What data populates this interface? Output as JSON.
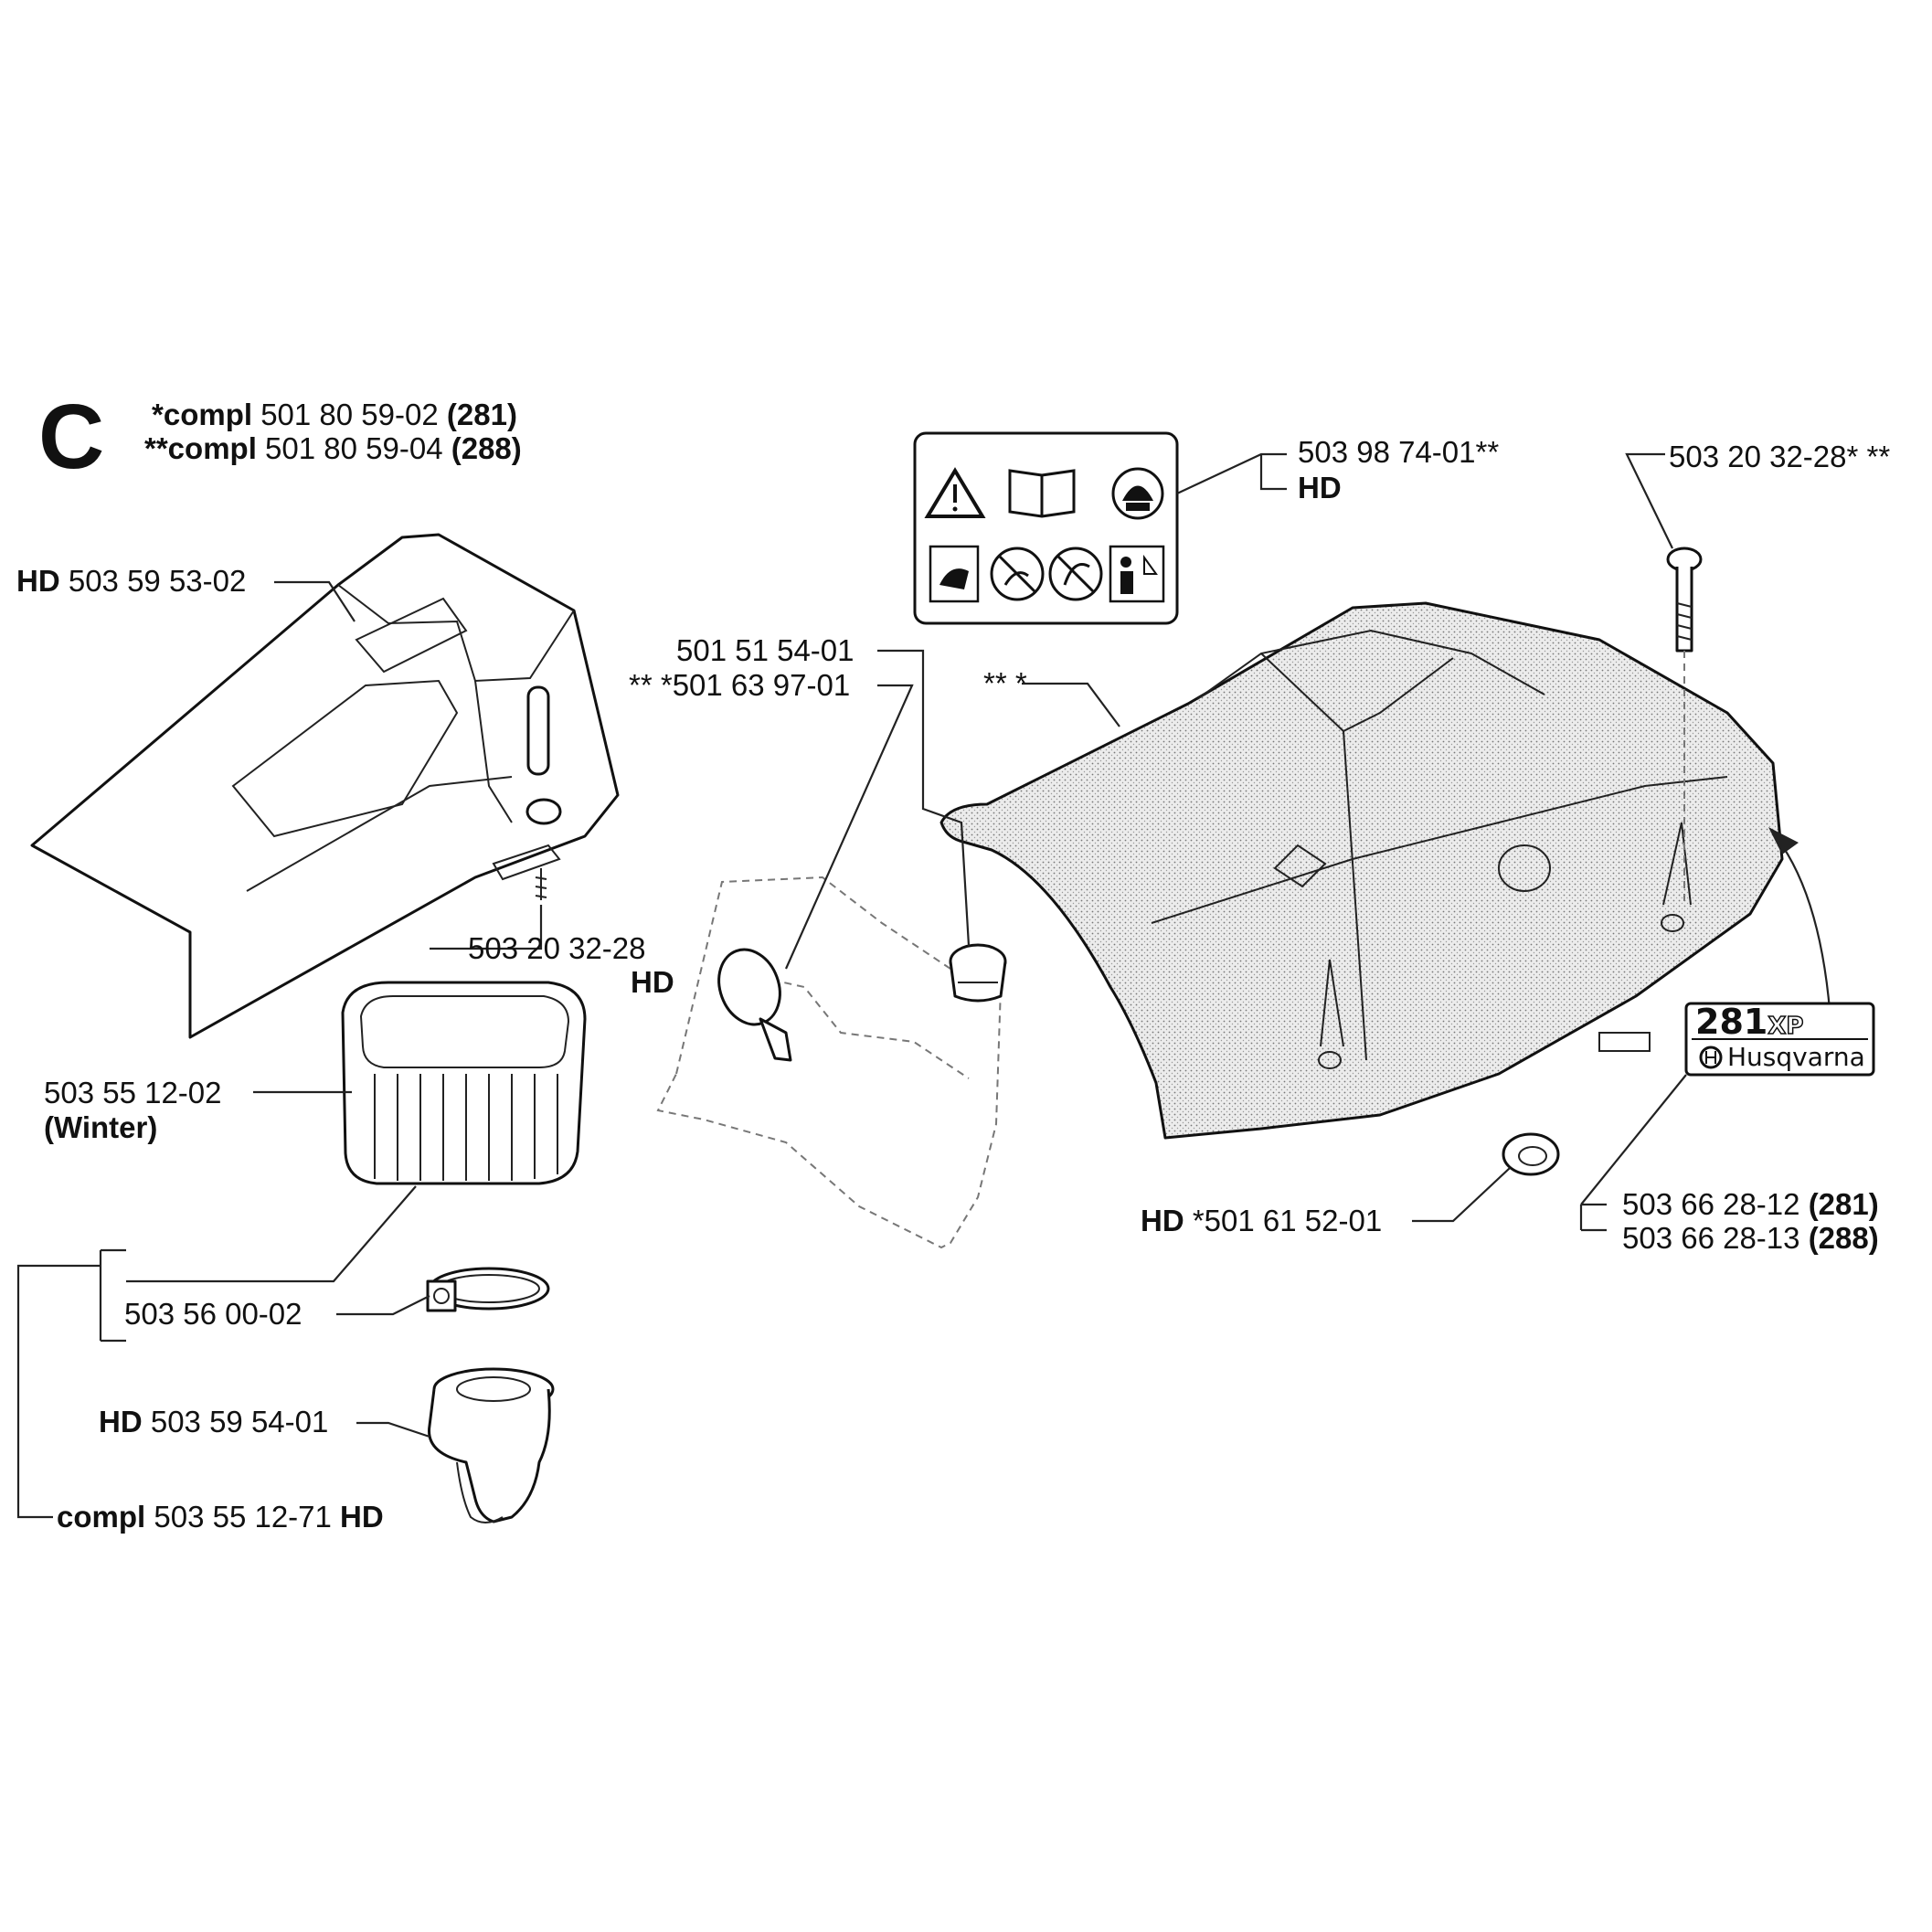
{
  "section_letter": "C",
  "header": {
    "row1": {
      "prefix": "*compl",
      "number": "501 80 59-02",
      "model": "(281)"
    },
    "row2": {
      "prefix": "**compl",
      "number": "501 80 59-04",
      "model": "(288)"
    }
  },
  "labels": {
    "p1": {
      "prefix": "HD",
      "number": "503 59 53-02"
    },
    "p2": {
      "number": "503 20 32-28"
    },
    "p2b": {
      "suffix": "HD"
    },
    "p3": {
      "number": "501 51 54-01"
    },
    "p4": {
      "number": "** *501 63 97-01"
    },
    "p5": {
      "number": "503 98 74-01**"
    },
    "p5b": {
      "suffix": "HD"
    },
    "p6": {
      "number": "503 20 32-28* **"
    },
    "p7": {
      "number": "** *"
    },
    "p8": {
      "number": "503 55 12-02"
    },
    "p8b": {
      "note": "(Winter)"
    },
    "p9": {
      "number": "503 56 00-02"
    },
    "p10": {
      "prefix": "HD",
      "number": "503 59 54-01"
    },
    "p11": {
      "prefix": "compl",
      "number": "503 55 12-71",
      "suffix": "HD"
    },
    "p12": {
      "prefix": "HD",
      "number": "*501 61 52-01"
    },
    "p13": {
      "number": "503 66 28-12",
      "model": "(281)"
    },
    "p14": {
      "number": "503 66 28-13",
      "model": "(288)"
    }
  },
  "decal": {
    "model_number": "281",
    "model_suffix": "XP",
    "brand": "Husqvarna"
  },
  "icons": [
    "warning-triangle-icon",
    "manual-book-icon",
    "helmet-icon",
    "hand-kickback-icon",
    "no-one-hand-icon",
    "no-kickback-icon",
    "person-saw-icon"
  ]
}
